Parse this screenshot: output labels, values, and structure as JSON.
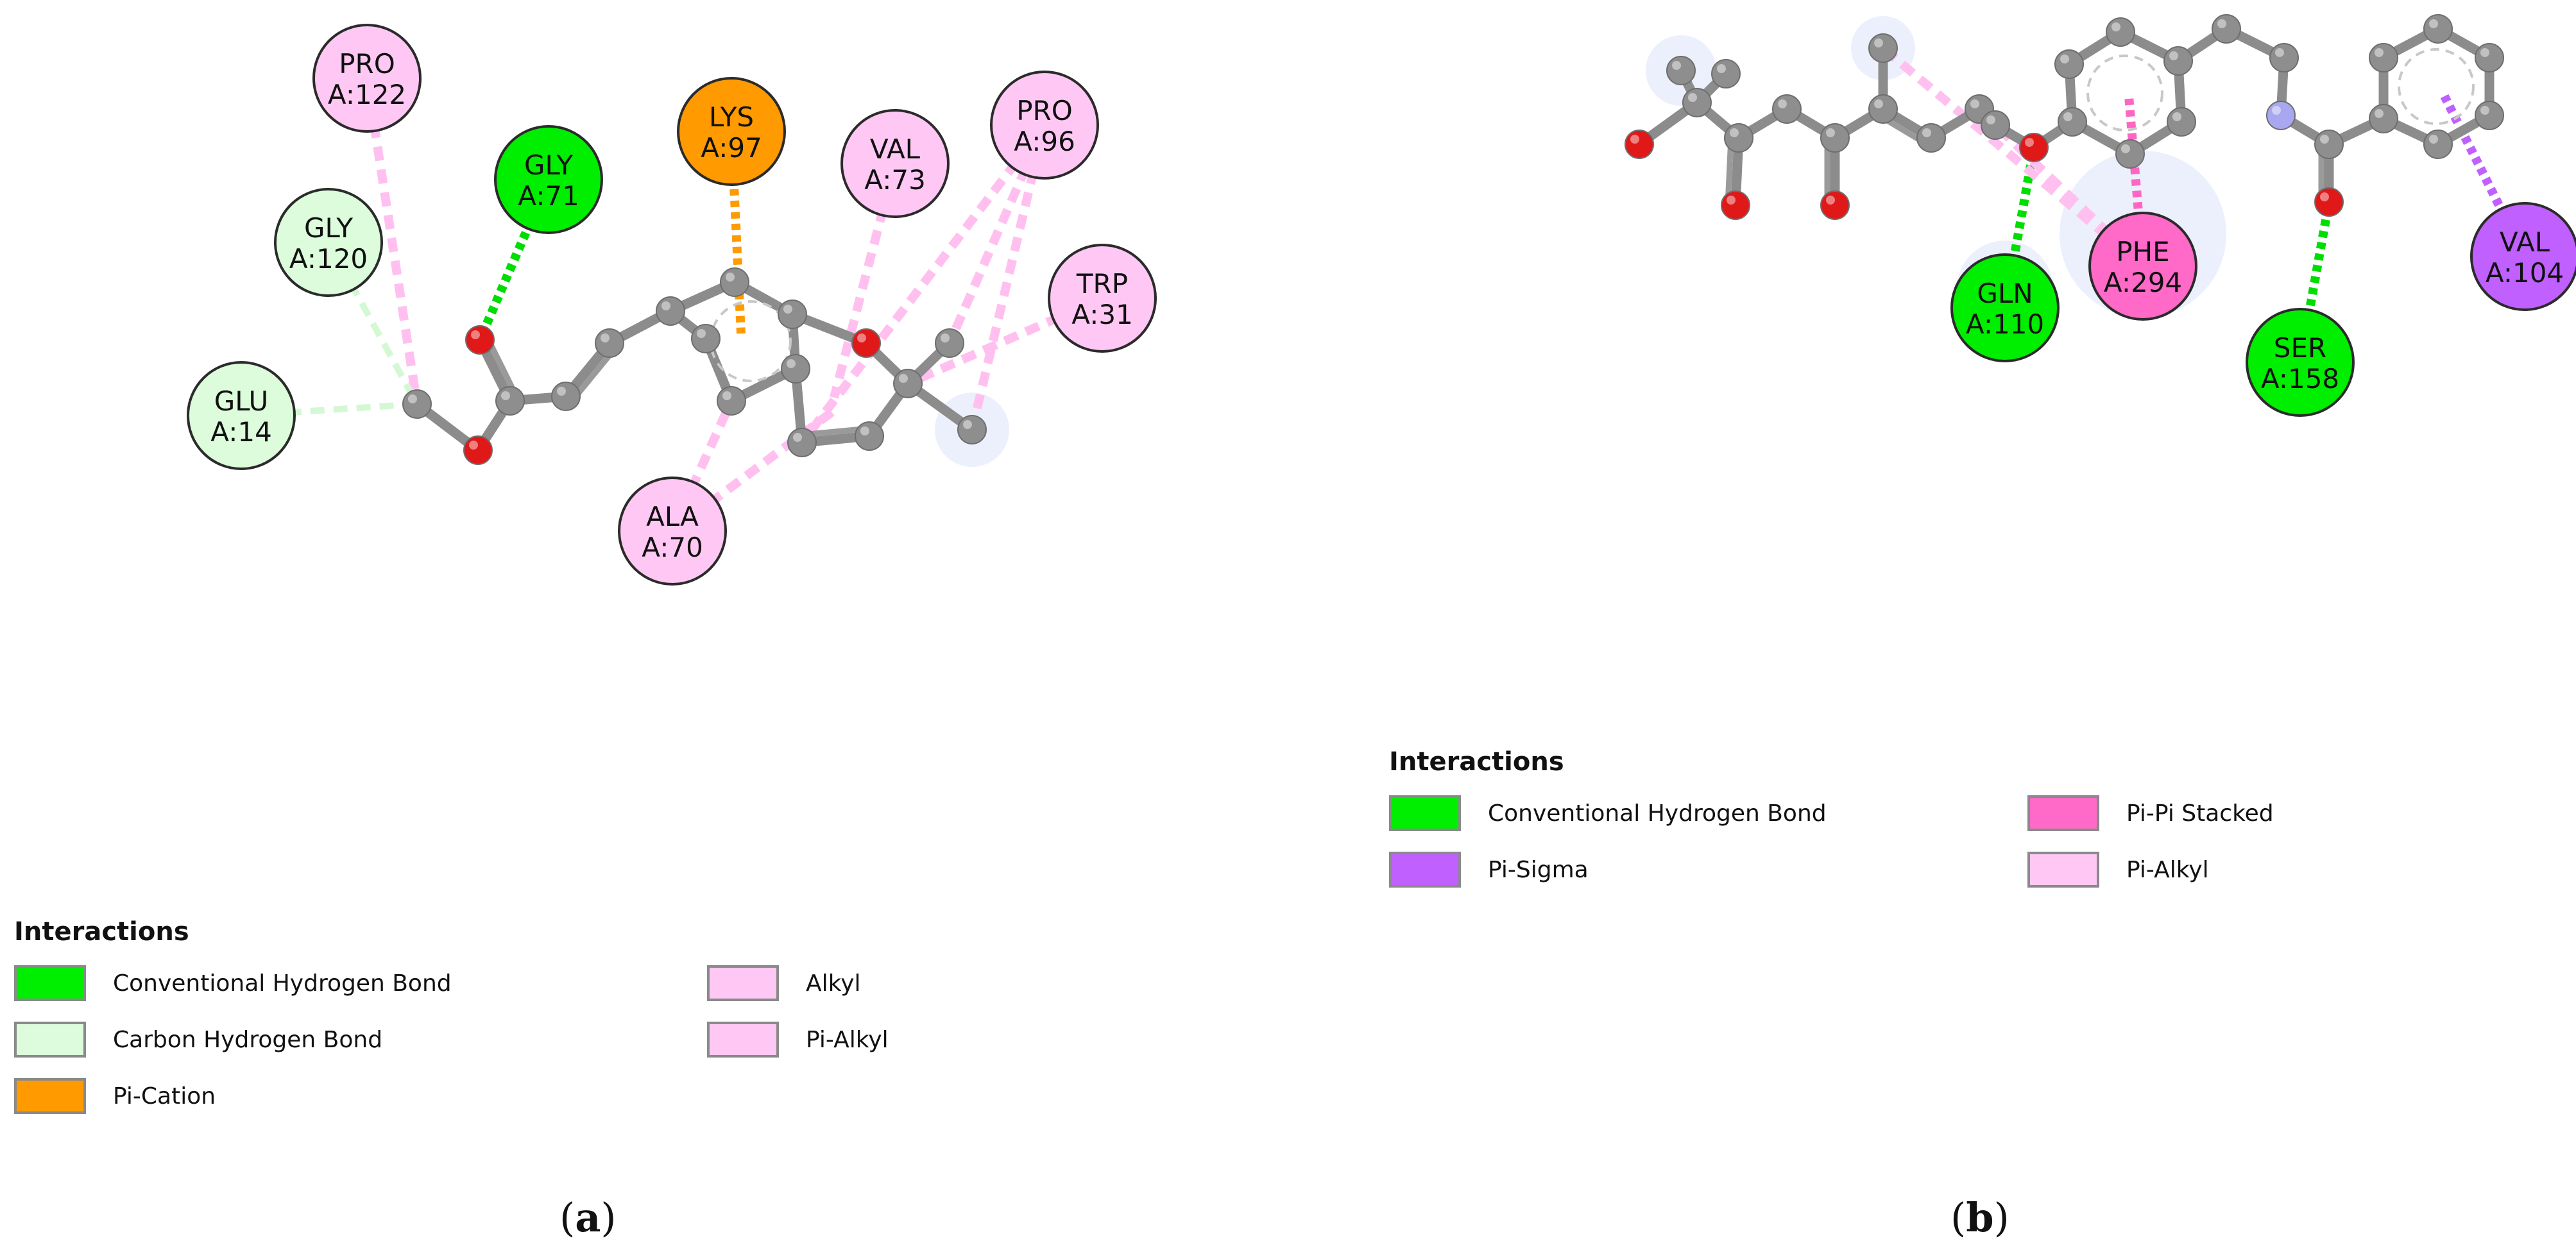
{
  "panels": [
    {
      "id": "a",
      "caption_letter": "a",
      "legend_title": "Interactions",
      "legend": [
        {
          "key": "conv",
          "label": "Conventional Hydrogen Bond",
          "color": "#00ee00"
        },
        {
          "key": "carbon",
          "label": "Carbon Hydrogen Bond",
          "color": "#dcfcdc"
        },
        {
          "key": "pication",
          "label": "Pi-Cation",
          "color": "#ff9a00"
        },
        {
          "key": "alkyl",
          "label": "Alkyl",
          "color": "#ffc8f4"
        },
        {
          "key": "pialkyl",
          "label": "Pi-Alkyl",
          "color": "#ffc8f4"
        }
      ],
      "residues": [
        {
          "key": "pro122",
          "name": "PRO",
          "id": "A:122",
          "type": "alkyl"
        },
        {
          "key": "gly71",
          "name": "GLY",
          "id": "A:71",
          "type": "conv"
        },
        {
          "key": "lys97",
          "name": "LYS",
          "id": "A:97",
          "type": "pication"
        },
        {
          "key": "val73",
          "name": "VAL",
          "id": "A:73",
          "type": "alkyl"
        },
        {
          "key": "pro96",
          "name": "PRO",
          "id": "A:96",
          "type": "alkyl"
        },
        {
          "key": "gly120",
          "name": "GLY",
          "id": "A:120",
          "type": "carbon"
        },
        {
          "key": "trp31",
          "name": "TRP",
          "id": "A:31",
          "type": "pialkyl"
        },
        {
          "key": "glu14",
          "name": "GLU",
          "id": "A:14",
          "type": "carbon"
        },
        {
          "key": "ala70",
          "name": "ALA",
          "id": "A:70",
          "type": "pialkyl"
        }
      ]
    },
    {
      "id": "b",
      "caption_letter": "b",
      "legend_title": "Interactions",
      "legend": [
        {
          "key": "conv",
          "label": "Conventional Hydrogen Bond",
          "color": "#00ee00"
        },
        {
          "key": "pisigma",
          "label": "Pi-Sigma",
          "color": "#c060ff"
        },
        {
          "key": "pipi",
          "label": "Pi-Pi Stacked",
          "color": "#ff69c8"
        },
        {
          "key": "pialkyl",
          "label": "Pi-Alkyl",
          "color": "#ffc8f4"
        }
      ],
      "residues": [
        {
          "key": "gln110",
          "name": "GLN",
          "id": "A:110",
          "type": "conv"
        },
        {
          "key": "phe294",
          "name": "PHE",
          "id": "A:294",
          "type": "pipi"
        },
        {
          "key": "ser158",
          "name": "SER",
          "id": "A:158",
          "type": "conv"
        },
        {
          "key": "val104",
          "name": "VAL",
          "id": "A:104",
          "type": "pisigma"
        }
      ]
    }
  ]
}
